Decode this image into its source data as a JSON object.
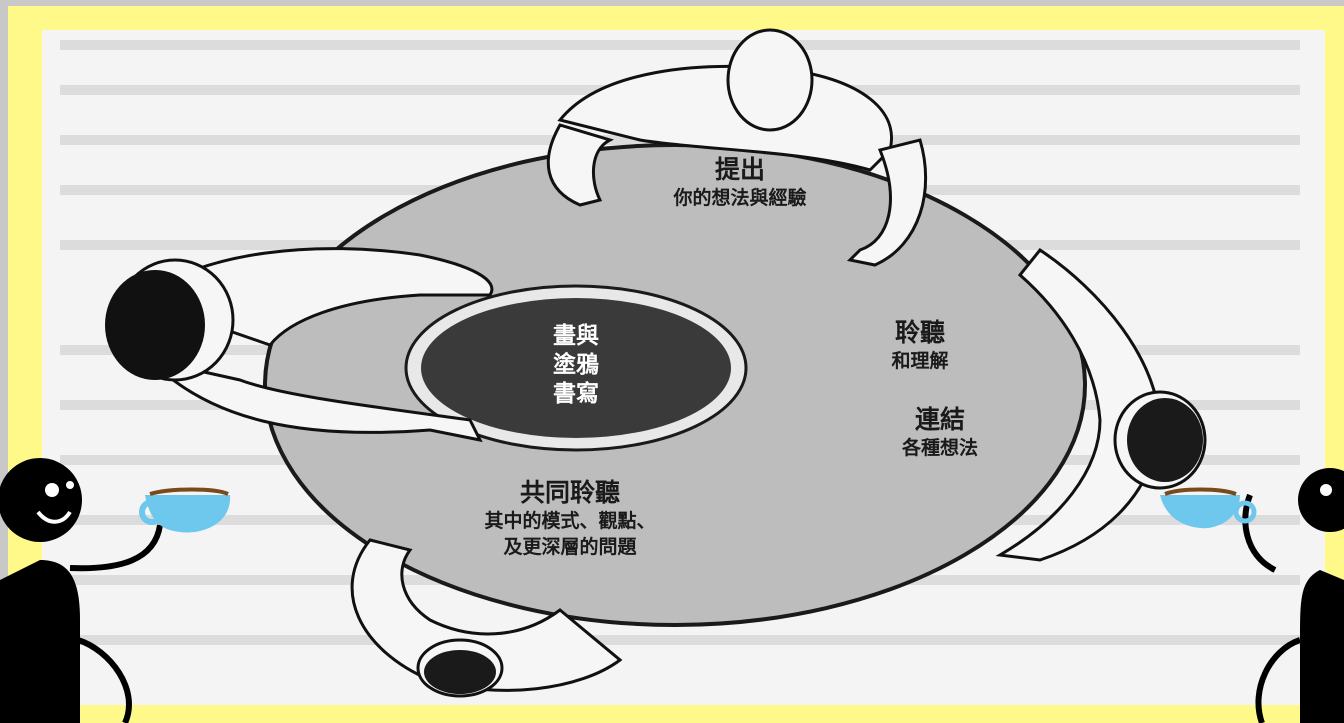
{
  "diagram": {
    "top_label": {
      "title": "提出",
      "subtitle": "你的想法與經驗"
    },
    "right_upper_label": {
      "title": "聆聽",
      "subtitle": "和理解"
    },
    "right_lower_label": {
      "title": "連結",
      "subtitle": "各種想法"
    },
    "bottom_label": {
      "title": "共同聆聽",
      "line1": "其中的模式、觀點、",
      "line2": "及更深層的問題"
    },
    "center_label": {
      "line1": "畫與",
      "line2": "塗鴉",
      "line3": "書寫"
    }
  },
  "colors": {
    "frame": "#fff98a",
    "page": "#f4f4f4",
    "table": "#bdbdbd",
    "center": "#3a3a3a",
    "figure": "#111111"
  },
  "icons": [
    "coffee-drinker-left-icon",
    "coffee-drinker-right-icon"
  ]
}
